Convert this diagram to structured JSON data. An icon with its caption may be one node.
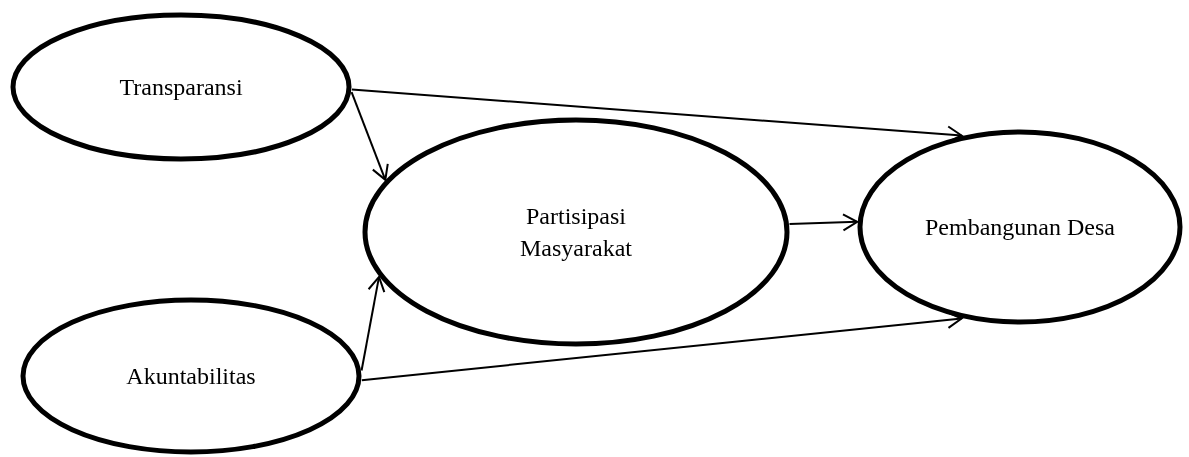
{
  "diagram": {
    "nodes": [
      {
        "text": [
          "Transparansi"
        ]
      },
      {
        "text": [
          "Partisipasi Masyarakat"
        ]
      },
      {
        "text": [
          "Pembangunan Desa"
        ]
      },
      {
        "text": [
          "Akuntabilitas"
        ]
      }
    ],
    "edges": [
      {
        "from": 0,
        "to": 2,
        "arrow": "to"
      },
      {
        "from": 0,
        "to": 1,
        "arrow": "to"
      },
      {
        "from": 1,
        "to": 2,
        "arrow": "to"
      },
      {
        "from": 3,
        "to": 1,
        "arrow": "to"
      },
      {
        "from": 3,
        "to": 2,
        "arrow": "to"
      }
    ]
  }
}
